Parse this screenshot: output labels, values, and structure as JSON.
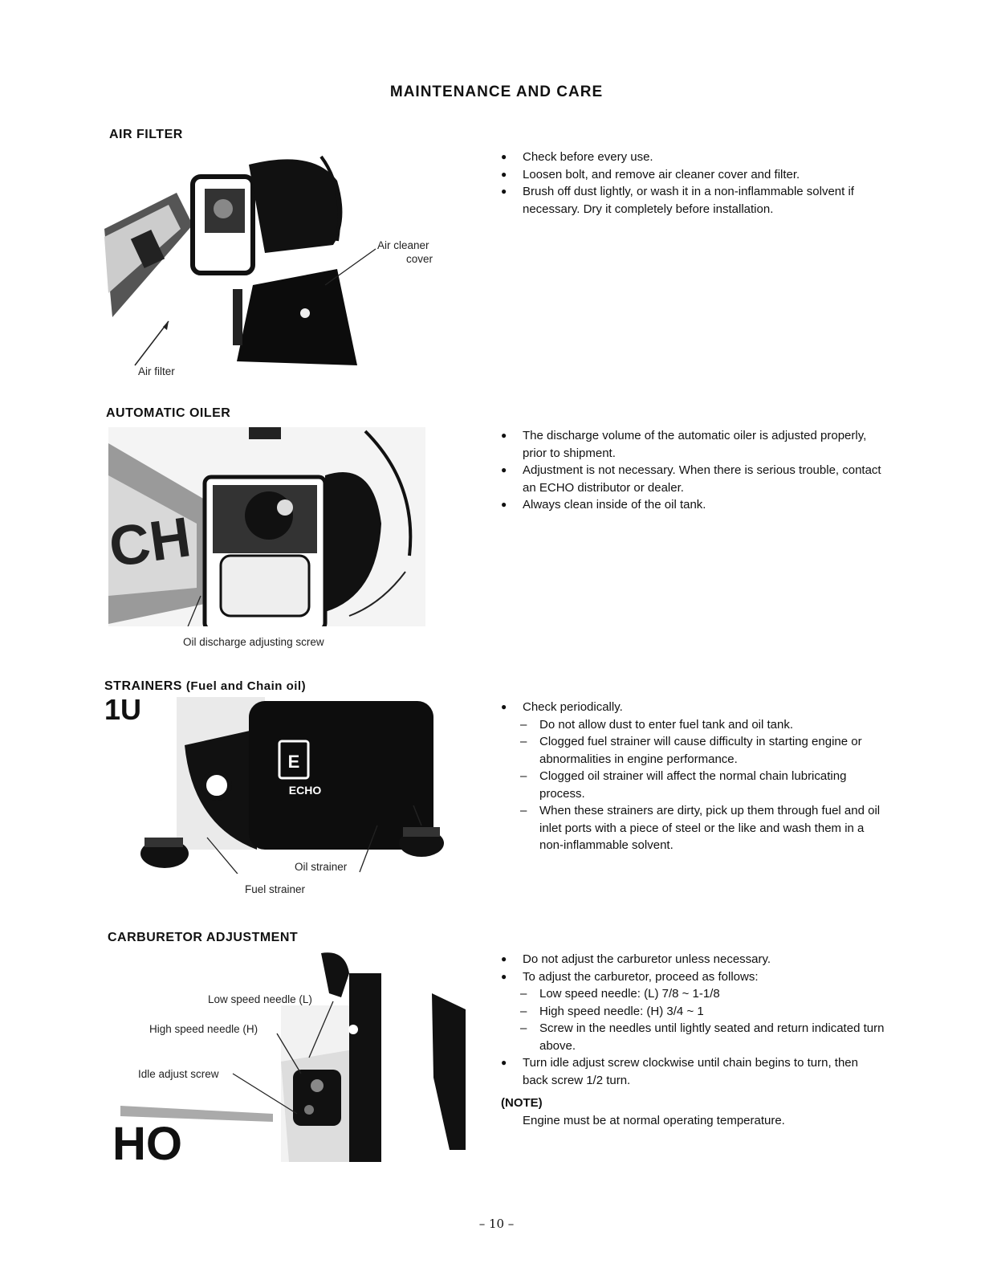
{
  "page": {
    "title": "MAINTENANCE AND CARE",
    "page_number": "– 10 –"
  },
  "air_filter": {
    "title": "AIR FILTER",
    "captions": {
      "cover_line1": "Air cleaner",
      "cover_line2": "cover",
      "filter": "Air filter"
    },
    "bullets": [
      "Check before every use.",
      "Loosen bolt, and remove air cleaner cover and filter.",
      "Brush off dust lightly, or wash it in a non-inflammable solvent if necessary. Dry it completely before installation."
    ]
  },
  "automatic_oiler": {
    "title": "AUTOMATIC OILER",
    "captions": {
      "screw": "Oil discharge adjusting screw"
    },
    "bullets": [
      "The discharge volume of the automatic oiler is adjusted properly, prior to shipment.",
      "Adjustment is not necessary. When there is serious trouble, contact an ECHO distributor or dealer.",
      "Always clean inside of the oil tank."
    ]
  },
  "strainers": {
    "title": "STRAINERS",
    "title_sub": "(Fuel and Chain oil)",
    "captions": {
      "oil": "Oil strainer",
      "fuel": "Fuel strainer",
      "badge": "ECHO"
    },
    "bullet": "Check periodically.",
    "dashes": [
      "Do not allow dust to enter fuel tank and oil tank.",
      "Clogged fuel strainer will cause difficulty in starting engine or abnormalities in engine performance.",
      "Clogged oil strainer will affect the normal chain lubricating process.",
      "When these strainers are dirty, pick up them through fuel and oil inlet ports with a piece of steel or the like and wash them in a non-inflammable solvent."
    ]
  },
  "carburetor": {
    "title": "CARBURETOR ADJUSTMENT",
    "captions": {
      "low": "Low speed needle (L)",
      "high": "High speed needle (H)",
      "idle": "Idle adjust screw"
    },
    "bullet1": "Do not adjust the carburetor unless necessary.",
    "bullet2": "To adjust the carburetor, proceed as follows:",
    "dashes": [
      "Low speed needle: (L) 7/8 ~ 1-1/8",
      "High speed needle: (H) 3/4 ~ 1",
      "Screw in the needles until lightly seated and return indicated turn above."
    ],
    "bullet3": "Turn idle adjust screw clockwise until chain begins to turn, then back screw 1/2 turn.",
    "note_head": "(NOTE)",
    "note_text": "Engine must be at normal operating temperature."
  }
}
